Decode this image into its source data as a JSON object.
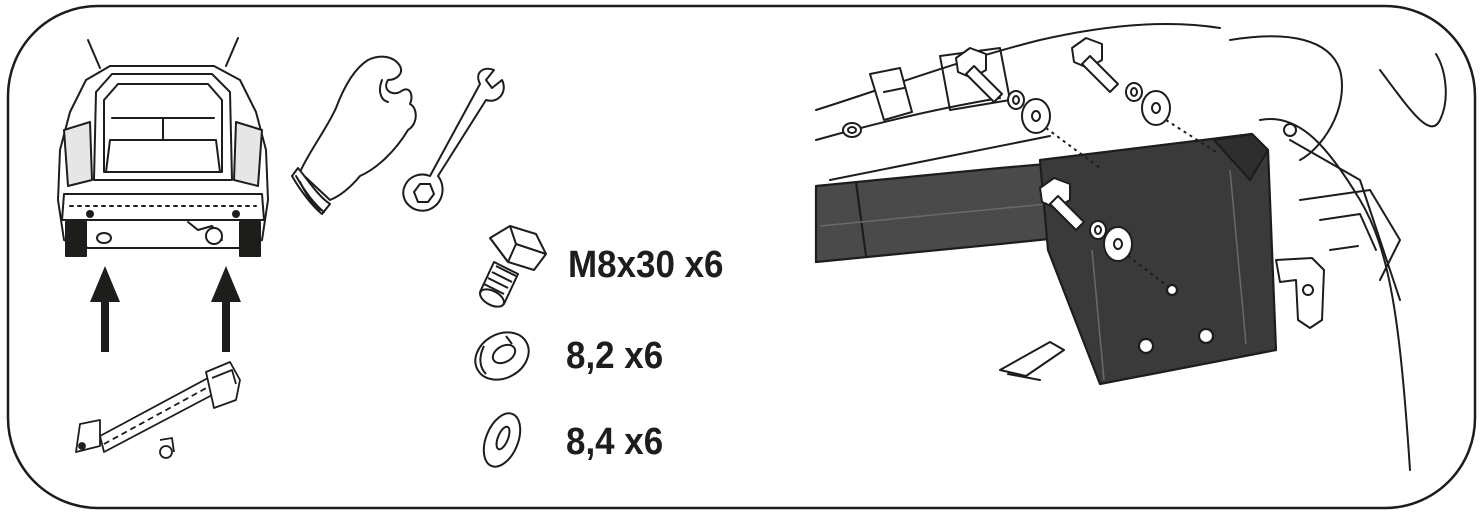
{
  "parts": [
    {
      "name": "bolt",
      "icon": "hex-bolt-icon",
      "label": "M8x30 x6"
    },
    {
      "name": "spring-washer",
      "icon": "spring-washer-icon",
      "label": "8,2 x6"
    },
    {
      "name": "flat-washer",
      "icon": "flat-washer-icon",
      "label": "8,4 x6"
    }
  ],
  "tools": [
    {
      "name": "gloves",
      "icon": "glove-icon"
    },
    {
      "name": "wrench",
      "icon": "wrench-icon"
    }
  ],
  "colors": {
    "line": "#1d1d1b",
    "part_fill": "#4a4a4a",
    "part_dark": "#2e2e2e"
  }
}
